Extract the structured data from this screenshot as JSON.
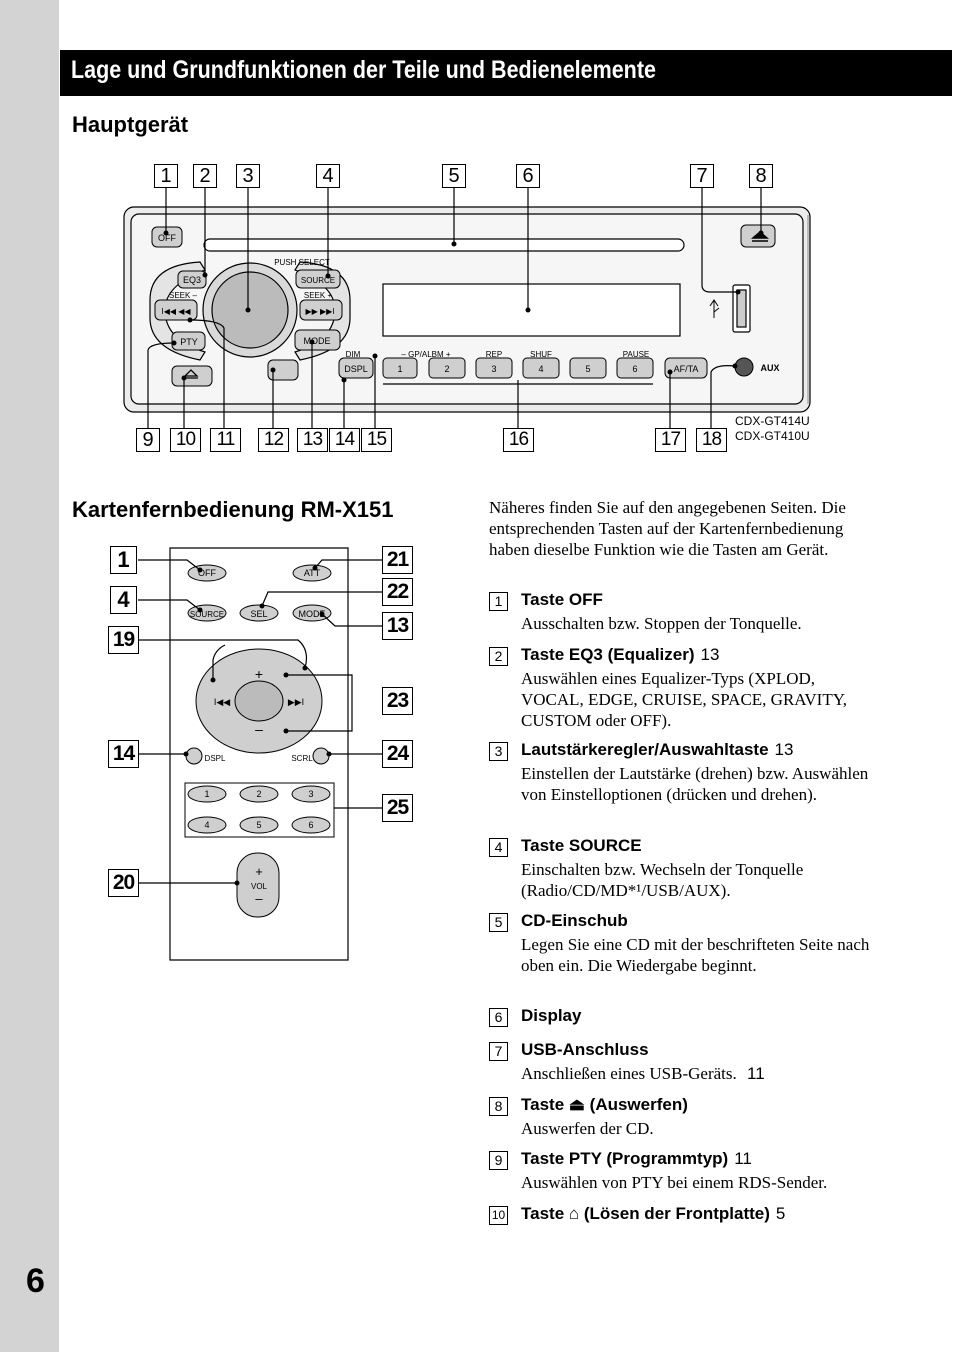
{
  "page": {
    "number": "6"
  },
  "banner": {
    "title": "Lage und Grundfunktionen der Teile und Bedienelemente"
  },
  "head_unit": {
    "heading": "Hauptgerät",
    "callouts_top": [
      "1",
      "2",
      "3",
      "4",
      "5",
      "6",
      "7",
      "8"
    ],
    "callouts_bottom": [
      "9",
      "10",
      "11",
      "12",
      "13",
      "14",
      "15",
      "16",
      "17",
      "18"
    ],
    "models": [
      "CDX-GT414U",
      "CDX-GT410U"
    ],
    "labels": {
      "off": "OFF",
      "eq3": "EQ3",
      "push_select": "PUSH SELECT",
      "source": "SOURCE",
      "seek_minus": "SEEK –",
      "seek_plus": "SEEK +",
      "pty": "PTY",
      "mode": "MODE",
      "dim": "DIM",
      "dspl": "DSPL",
      "gp_albm": "– GP/ALBM +",
      "rep": "REP",
      "shuf": "SHUF",
      "pause": "PAUSE",
      "presets": [
        "1",
        "2",
        "3",
        "4",
        "5",
        "6"
      ],
      "af_ta": "AF/TA",
      "aux": "AUX"
    }
  },
  "remote": {
    "heading": "Kartenfernbedienung RM-X151",
    "callouts_left": [
      "1",
      "4",
      "19",
      "14",
      "20"
    ],
    "callouts_right": [
      "21",
      "22",
      "13",
      "23",
      "24",
      "25"
    ],
    "labels": {
      "off": "OFF",
      "att": "ATT",
      "source": "SOURCE",
      "sel": "SEL",
      "mode": "MODE",
      "plus": "+",
      "minus": "–",
      "prev": "I◀◀",
      "next": "▶▶I",
      "dspl": "DSPL",
      "scrl": "SCRL",
      "numbers": [
        "1",
        "2",
        "3",
        "4",
        "5",
        "6"
      ],
      "vol": "VOL",
      "vol_plus": "+",
      "vol_minus": "–"
    }
  },
  "intro": "Näheres finden Sie auf den angegebenen Seiten. Die entsprechenden Tasten auf der Kartenfernbedienung haben dieselbe Funktion wie die Tasten am Gerät.",
  "items": [
    {
      "num": "1",
      "title": "Taste OFF",
      "page": "",
      "desc": "Ausschalten bzw. Stoppen der Tonquelle."
    },
    {
      "num": "2",
      "title": "Taste EQ3 (Equalizer)",
      "page": "13",
      "desc": "Auswählen eines Equalizer-Typs (XPLOD, VOCAL, EDGE, CRUISE, SPACE, GRAVITY, CUSTOM oder OFF)."
    },
    {
      "num": "3",
      "title": "Lautstärkeregler/Auswahltaste",
      "page": "13",
      "desc": "Einstellen der Lautstärke (drehen) bzw. Auswählen von Einstelloptionen (drücken und drehen)."
    },
    {
      "num": "4",
      "title": "Taste SOURCE",
      "page": "",
      "desc": "Einschalten bzw. Wechseln der Tonquelle (Radio/CD/MD*¹/USB/AUX)."
    },
    {
      "num": "5",
      "title": "CD-Einschub",
      "page": "",
      "desc": "Legen Sie eine CD mit der beschrifteten Seite nach oben ein. Die Wiedergabe beginnt."
    },
    {
      "num": "6",
      "title": "Display",
      "page": "",
      "desc": ""
    },
    {
      "num": "7",
      "title": "USB-Anschluss",
      "page": "",
      "desc": "Anschließen eines USB-Geräts.",
      "desc_ref": "11"
    },
    {
      "num": "8",
      "title": "Taste ⏏ (Auswerfen)",
      "page": "",
      "desc": "Auswerfen der CD."
    },
    {
      "num": "9",
      "title": "Taste PTY (Programmtyp)",
      "page": "11",
      "desc": "Auswählen von PTY bei einem RDS-Sender."
    },
    {
      "num": "10",
      "title": "Taste ⌂ (Lösen der Frontplatte)",
      "page": "5",
      "desc": ""
    }
  ]
}
